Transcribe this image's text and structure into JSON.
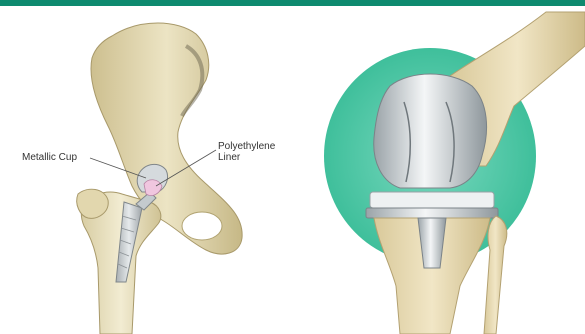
{
  "colors": {
    "top_bar": "#0e8a6f",
    "bone": "#e3d9b2",
    "metal": "#c9cfd3",
    "teal_halo": "#4fc7a7",
    "liner": "#f0c6df"
  },
  "left_panel": {
    "callouts": {
      "metallic_cup": "Metallic Cup",
      "liner_line1": "Polyethylene",
      "liner_line2": "Liner"
    }
  }
}
